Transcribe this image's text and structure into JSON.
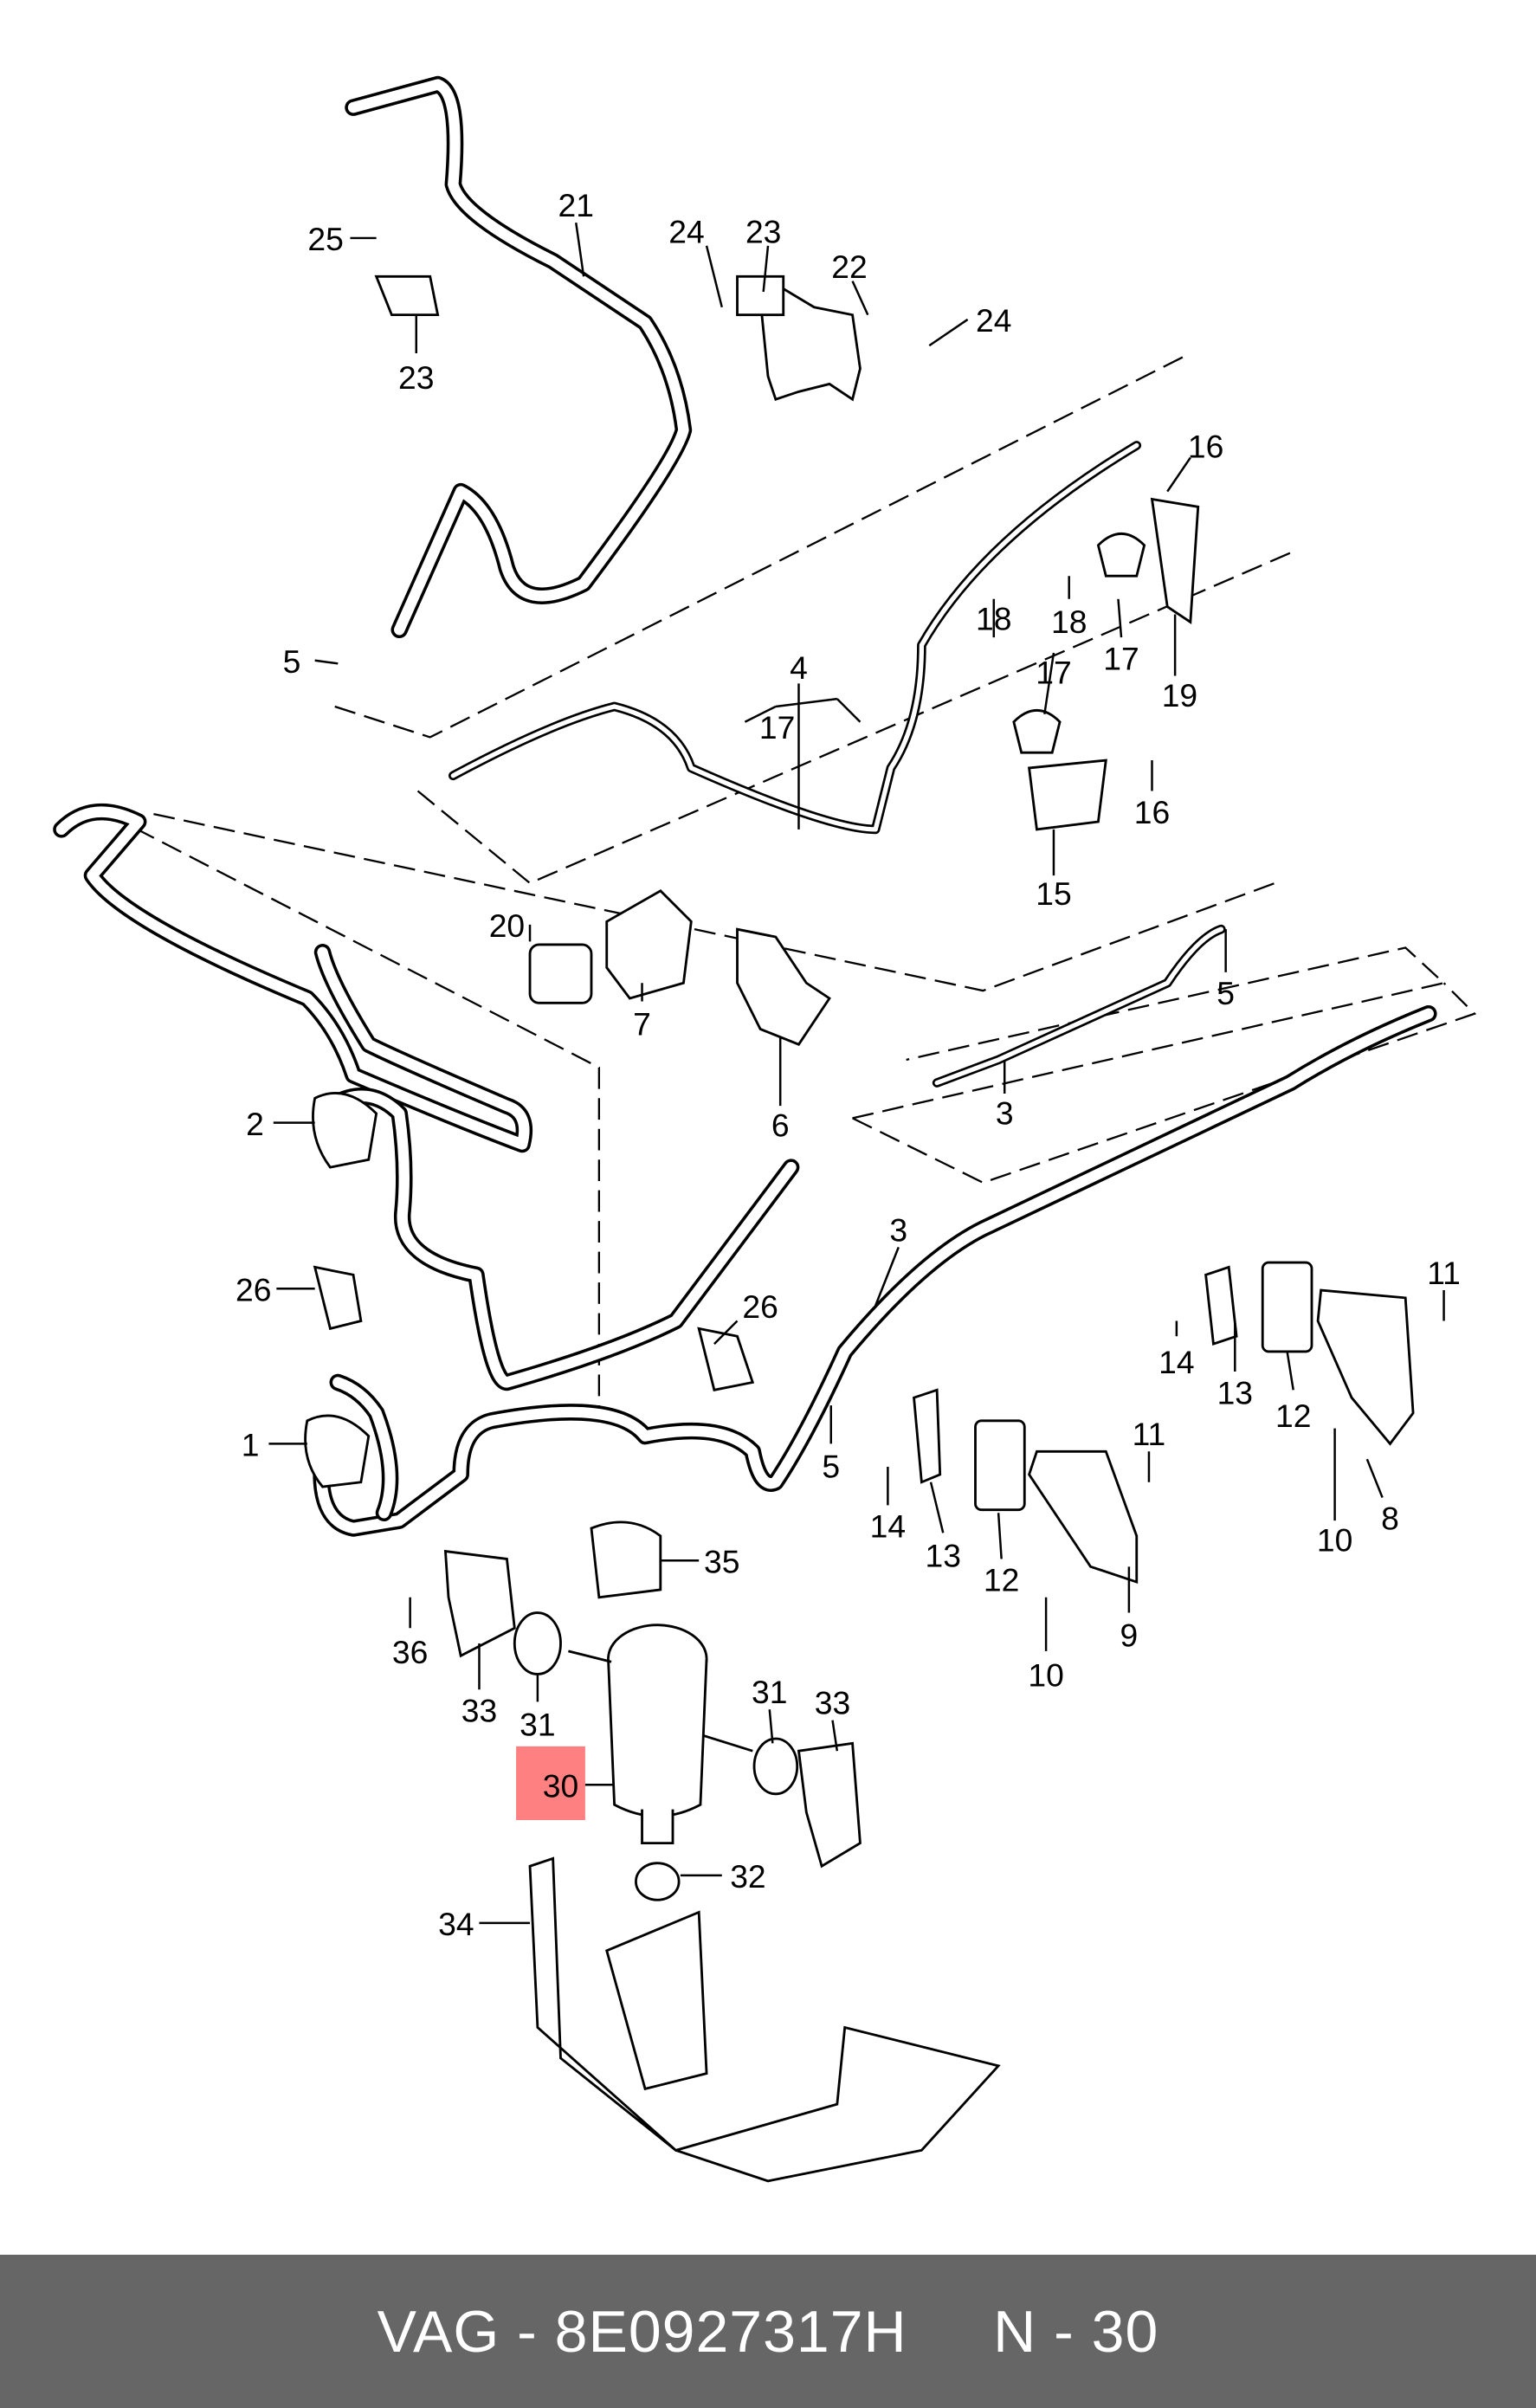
{
  "diagram": {
    "highlight_color": "#ff8080",
    "highlighted_part": "30",
    "callouts": [
      "25",
      "21",
      "24",
      "23",
      "22",
      "24",
      "23",
      "16",
      "18",
      "17",
      "18",
      "17",
      "19",
      "4",
      "17",
      "5",
      "16",
      "15",
      "20",
      "7",
      "6",
      "5",
      "3",
      "2",
      "3",
      "26",
      "26",
      "11",
      "14",
      "13",
      "12",
      "11",
      "1",
      "5",
      "10",
      "8",
      "14",
      "13",
      "12",
      "35",
      "36",
      "9",
      "10",
      "33",
      "31",
      "31",
      "33",
      "30",
      "32",
      "34"
    ]
  },
  "footer": {
    "part_number": "VAG - 8E0927317H",
    "position": "N - 30",
    "background": "#666666"
  }
}
